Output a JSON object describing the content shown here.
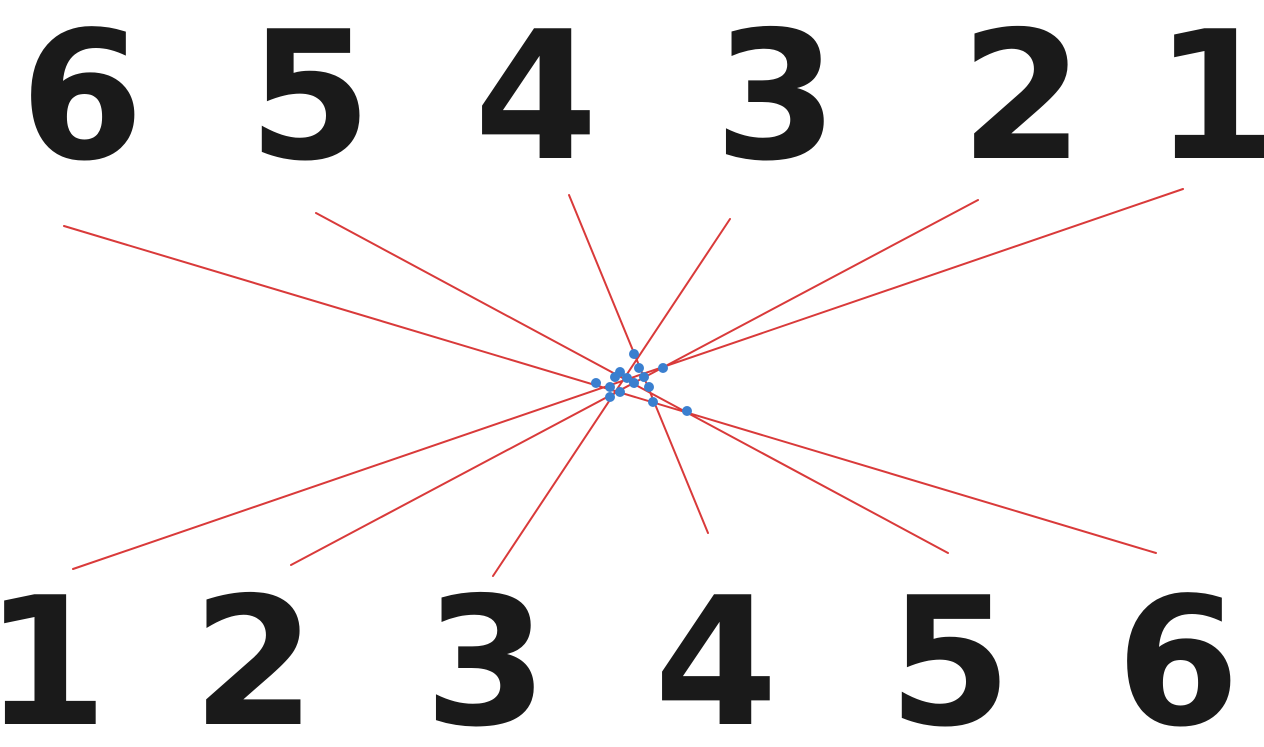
{
  "colors": {
    "digit": "#1a1a1a",
    "line": "#d93a3a",
    "point": "#3a7fcf"
  },
  "top_row": [
    "6",
    "5",
    "4",
    "3",
    "2",
    "1"
  ],
  "bottom_row": [
    "1",
    "2",
    "3",
    "4",
    "5",
    "6"
  ],
  "connections": [
    {
      "top_label": "6",
      "bottom_label": "6"
    },
    {
      "top_label": "5",
      "bottom_label": "5"
    },
    {
      "top_label": "4",
      "bottom_label": "4"
    },
    {
      "top_label": "3",
      "bottom_label": "3"
    },
    {
      "top_label": "2",
      "bottom_label": "2"
    },
    {
      "top_label": "1",
      "bottom_label": "1"
    }
  ],
  "intersection_point_count": 15
}
